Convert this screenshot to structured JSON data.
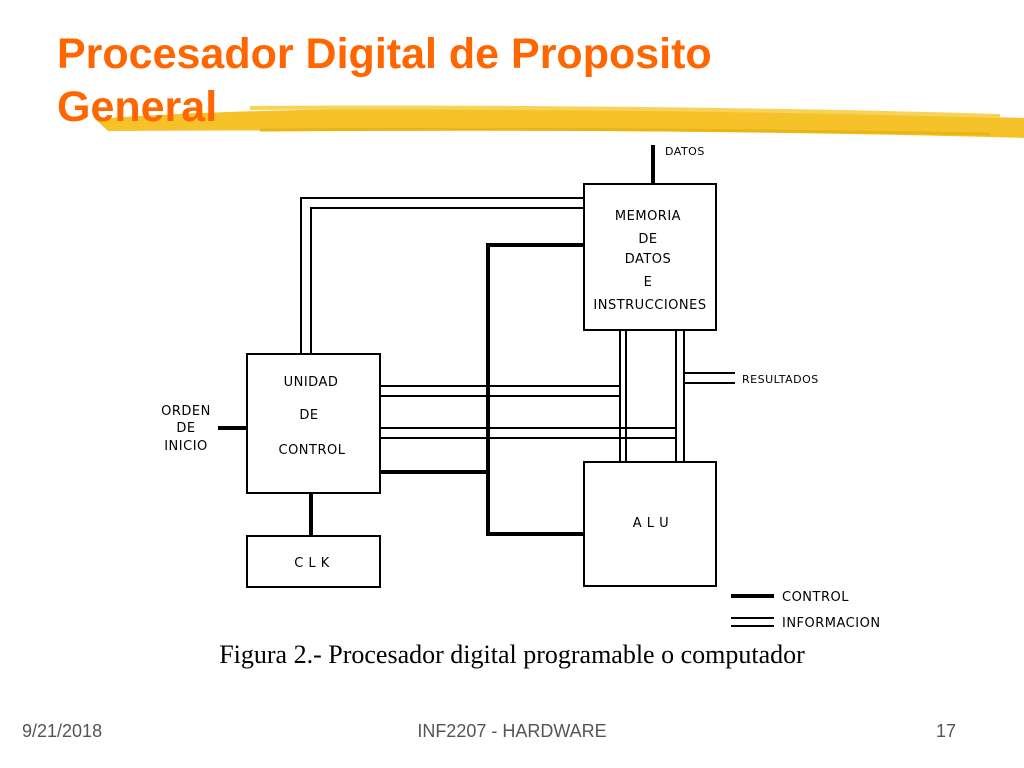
{
  "slide": {
    "title_line1": "Procesador Digital de Proposito",
    "title_line2": "General",
    "caption": "Figura 2.- Procesador digital programable o computador",
    "footer": {
      "date": "9/21/2018",
      "center": "INF2207 - HARDWARE",
      "page": "17"
    }
  },
  "diagram": {
    "labels": {
      "datos": "DATOS",
      "memoria": [
        "MEMORIA",
        "DE",
        "DATOS",
        "E",
        "INSTRUCCIONES"
      ],
      "resultados": "RESULTADOS",
      "unidad": [
        "UNIDAD",
        "DE",
        "CONTROL"
      ],
      "orden": [
        "ORDEN",
        "DE",
        "INICIO"
      ],
      "clk": "C L K",
      "alu": "A L U",
      "legend_control": "CONTROL",
      "legend_informacion": "INFORMACION"
    }
  },
  "colors": {
    "title": "#ff6600",
    "brush": "#f5c22a",
    "footer_text": "#555555"
  }
}
